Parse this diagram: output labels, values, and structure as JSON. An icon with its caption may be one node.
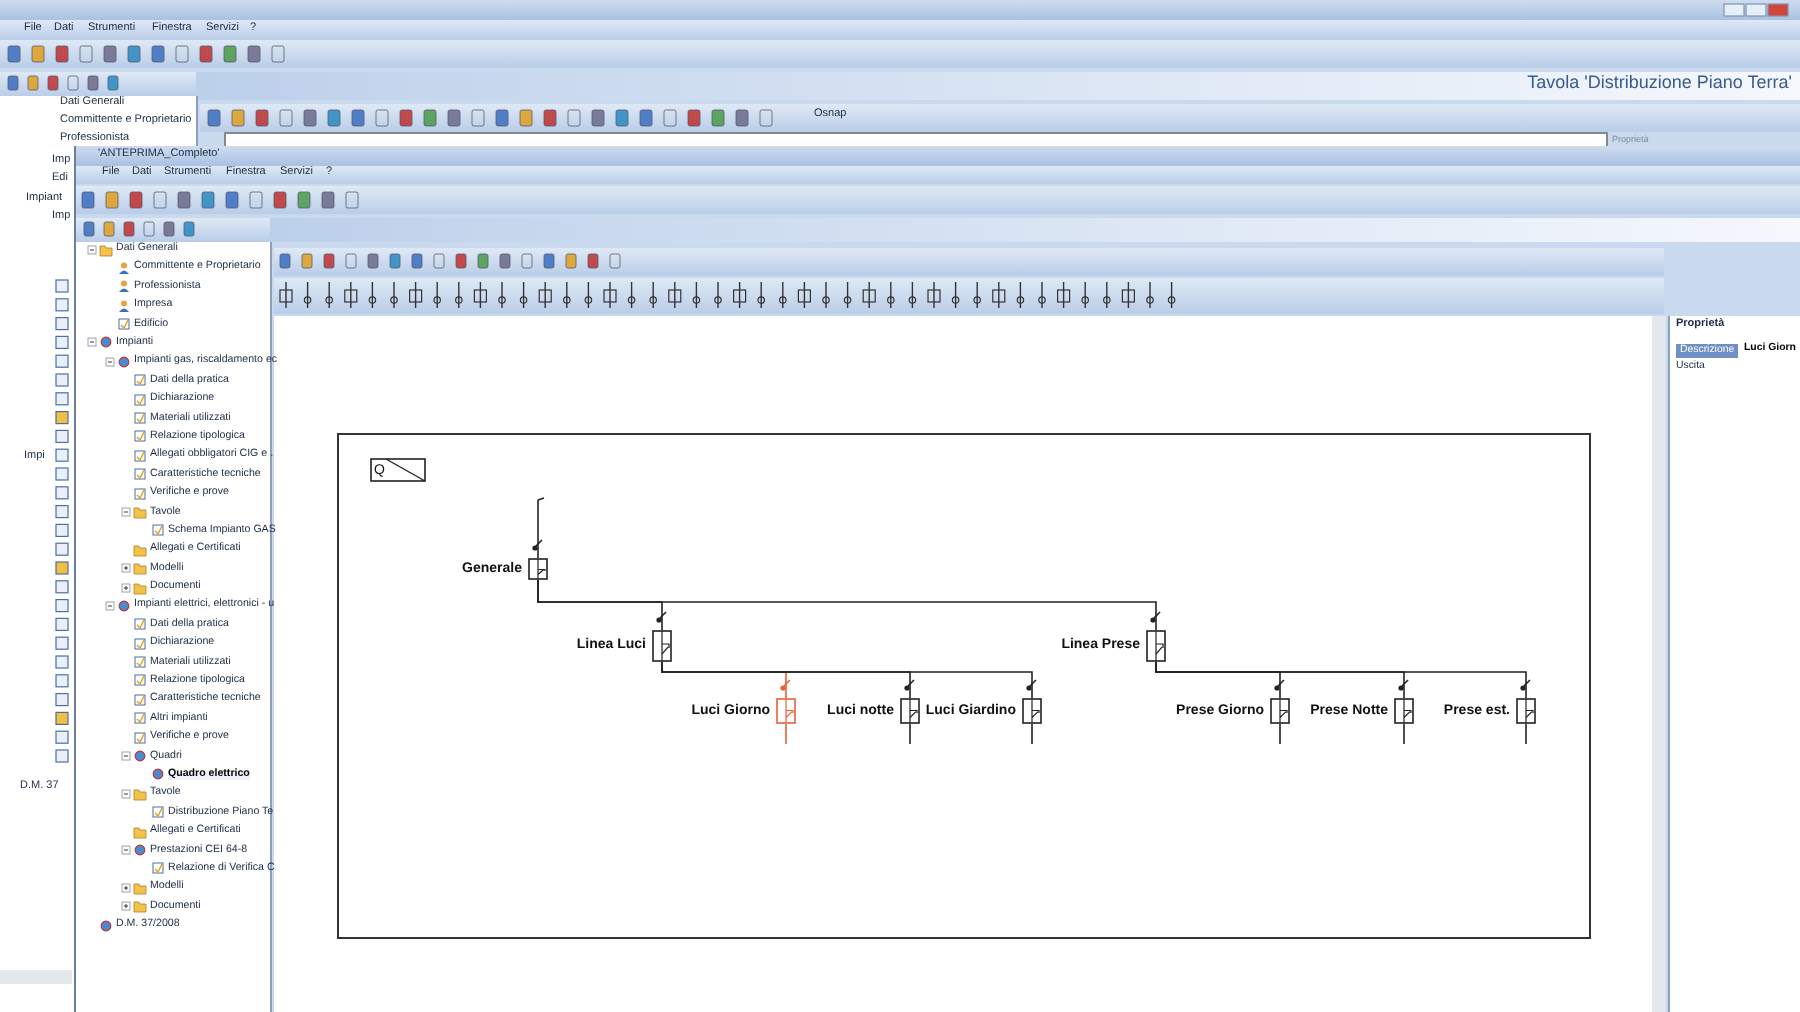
{
  "diagram": {
    "nodes": [
      {
        "text": [
          "Q"
        ]
      },
      {
        "text": [
          "Generale"
        ]
      },
      {
        "text": [
          "Linea Luci"
        ]
      },
      {
        "text": [
          "Linea Prese"
        ]
      },
      {
        "text": [
          "Luci Giorno"
        ]
      },
      {
        "text": [
          "Luci notte"
        ]
      },
      {
        "text": [
          "Luci Giardino"
        ]
      },
      {
        "text": [
          "Prese Giorno"
        ]
      },
      {
        "text": [
          "Prese Notte"
        ]
      },
      {
        "text": [
          "Prese est."
        ]
      }
    ],
    "edges": [
      {
        "from": 1,
        "to": 2,
        "arrow": "none"
      },
      {
        "from": 1,
        "to": 3,
        "arrow": "none"
      },
      {
        "from": 2,
        "to": 4,
        "arrow": "none",
        "color": "#e8603c"
      },
      {
        "from": 2,
        "to": 5,
        "arrow": "none"
      },
      {
        "from": 2,
        "to": 6,
        "arrow": "none"
      },
      {
        "from": 3,
        "to": 7,
        "arrow": "none"
      },
      {
        "from": 3,
        "to": 8,
        "arrow": "none"
      },
      {
        "from": 3,
        "to": 9,
        "arrow": "none"
      }
    ],
    "labels": [
      "File",
      "Dati",
      "Strumenti",
      "Finestra",
      "Servizi",
      "?",
      "Dati Generali",
      "Committente e Proprietario",
      "Professionista",
      "Imp",
      "Edi",
      "Impiant",
      "Imp",
      "Impi",
      "D.M. 37",
      "Tavola 'Distribuzione Piano Terra'",
      "Osnap",
      "Proprietà",
      "'ANTEPRIMA_Completo'",
      "File",
      "Dati",
      "Strumenti",
      "Finestra",
      "Servizi",
      "?",
      "Dati Generali",
      "Committente e Proprietario",
      "Professionista",
      "Impresa",
      "Edificio",
      "Impianti",
      "Impianti gas, riscaldamento ec",
      "Dati della pratica",
      "Dichiarazione",
      "Materiali utilizzati",
      "Relazione tipologica",
      "Allegati obbligatori CIG e .",
      "Caratteristiche tecniche",
      "Verifiche e prove",
      "Tavole",
      "Schema Impianto GAS",
      "Allegati e Certificati",
      "Modelli",
      "Documenti",
      "Impianti elettrici, elettronici - u",
      "Dati della pratica",
      "Dichiarazione",
      "Materiali utilizzati",
      "Relazione tipologica",
      "Caratteristiche tecniche",
      "Altri impianti",
      "Verifiche e prove",
      "Quadri",
      "Quadro elettrico",
      "Tavole",
      "Distribuzione Piano Te",
      "Allegati e Certificati",
      "Prestazioni CEI 64-8",
      "Relazione di Verifica C",
      "Modelli",
      "Documenti",
      "D.M. 37/2008",
      "Proprietà",
      "Descrizione",
      "Luci Giorn",
      "Uscita"
    ]
  }
}
